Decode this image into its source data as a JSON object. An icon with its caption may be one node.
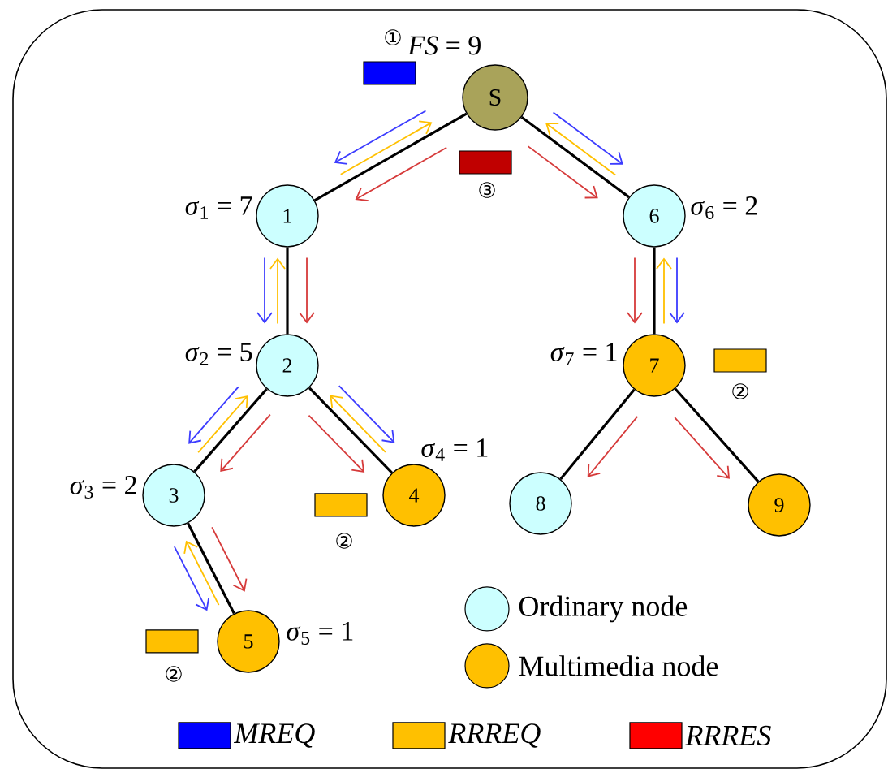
{
  "diagram": {
    "nodes": [
      {
        "text": [
          "S"
        ],
        "beside": [
          "*FS* = 9"
        ]
      },
      {
        "text": [
          "1"
        ],
        "beside": [
          "*σ*$_{1}$ = 7"
        ]
      },
      {
        "text": [
          "6"
        ],
        "beside": [
          "*σ*$_{6}$ = 2"
        ]
      },
      {
        "text": [
          "2"
        ],
        "beside": [
          "*σ*$_{2}$ = 5"
        ]
      },
      {
        "text": [
          "7"
        ],
        "beside": [
          "*σ*$_{7}$ = 1"
        ]
      },
      {
        "text": [
          "3"
        ],
        "beside": [
          "*σ*$_{3}$ = 2"
        ]
      },
      {
        "text": [
          "4"
        ],
        "beside": [
          "*σ*$_{4}$ = 1"
        ]
      },
      {
        "text": [
          "8"
        ]
      },
      {
        "text": [
          "9"
        ]
      },
      {
        "text": [
          "5"
        ],
        "beside": [
          "*σ*$_{5}$ = 1"
        ]
      }
    ],
    "edges": [
      {
        "from": 0,
        "to": 1,
        "arrow": "none"
      },
      {
        "from": 0,
        "to": 1,
        "arrow": "to",
        "color": "#3c3cff"
      },
      {
        "from": 1,
        "to": 0,
        "arrow": "to",
        "color": "#ffc000"
      },
      {
        "from": 0,
        "to": 1,
        "arrow": "to",
        "color": "#d63a3a"
      },
      {
        "from": 0,
        "to": 2,
        "arrow": "none"
      },
      {
        "from": 0,
        "to": 2,
        "arrow": "to",
        "color": "#3c3cff"
      },
      {
        "from": 2,
        "to": 0,
        "arrow": "to",
        "color": "#ffc000"
      },
      {
        "from": 0,
        "to": 2,
        "arrow": "to",
        "color": "#d63a3a"
      },
      {
        "from": 1,
        "to": 3,
        "arrow": "none"
      },
      {
        "from": 1,
        "to": 3,
        "arrow": "to",
        "color": "#3c3cff"
      },
      {
        "from": 3,
        "to": 1,
        "arrow": "to",
        "color": "#ffc000"
      },
      {
        "from": 1,
        "to": 3,
        "arrow": "to",
        "color": "#d63a3a"
      },
      {
        "from": 2,
        "to": 4,
        "arrow": "none"
      },
      {
        "from": 2,
        "to": 4,
        "arrow": "to",
        "color": "#3c3cff"
      },
      {
        "from": 4,
        "to": 2,
        "arrow": "to",
        "color": "#ffc000"
      },
      {
        "from": 2,
        "to": 4,
        "arrow": "to",
        "color": "#d63a3a"
      },
      {
        "from": 3,
        "to": 5,
        "arrow": "none"
      },
      {
        "from": 3,
        "to": 5,
        "arrow": "to",
        "color": "#3c3cff"
      },
      {
        "from": 5,
        "to": 3,
        "arrow": "to",
        "color": "#ffc000"
      },
      {
        "from": 3,
        "to": 5,
        "arrow": "to",
        "color": "#d63a3a"
      },
      {
        "from": 3,
        "to": 6,
        "arrow": "none"
      },
      {
        "from": 3,
        "to": 6,
        "arrow": "to",
        "color": "#3c3cff"
      },
      {
        "from": 6,
        "to": 3,
        "arrow": "to",
        "color": "#ffc000"
      },
      {
        "from": 3,
        "to": 6,
        "arrow": "to",
        "color": "#d63a3a"
      },
      {
        "from": 4,
        "to": 7,
        "arrow": "none"
      },
      {
        "from": 4,
        "to": 7,
        "arrow": "to",
        "color": "#d63a3a"
      },
      {
        "from": 4,
        "to": 8,
        "arrow": "none"
      },
      {
        "from": 4,
        "to": 8,
        "arrow": "to",
        "color": "#d63a3a"
      },
      {
        "from": 5,
        "to": 9,
        "arrow": "none"
      },
      {
        "from": 5,
        "to": 9,
        "arrow": "to",
        "color": "#3c3cff"
      },
      {
        "from": 9,
        "to": 5,
        "arrow": "to",
        "color": "#ffc000"
      },
      {
        "from": 5,
        "to": 9,
        "arrow": "to",
        "color": "#d63a3a"
      }
    ],
    "labels": [
      "①",
      "③",
      "②",
      "②",
      "②"
    ],
    "legend": [
      {
        "text": "Ordinary node",
        "color": "#ccffff"
      },
      {
        "text": "Multimedia node",
        "color": "#ffc000"
      },
      {
        "text": "MREQ",
        "color": "#0000ff"
      },
      {
        "text": "RRREQ",
        "color": "#ffc000"
      },
      {
        "text": "RRRES",
        "color": "#ff0000"
      }
    ]
  }
}
